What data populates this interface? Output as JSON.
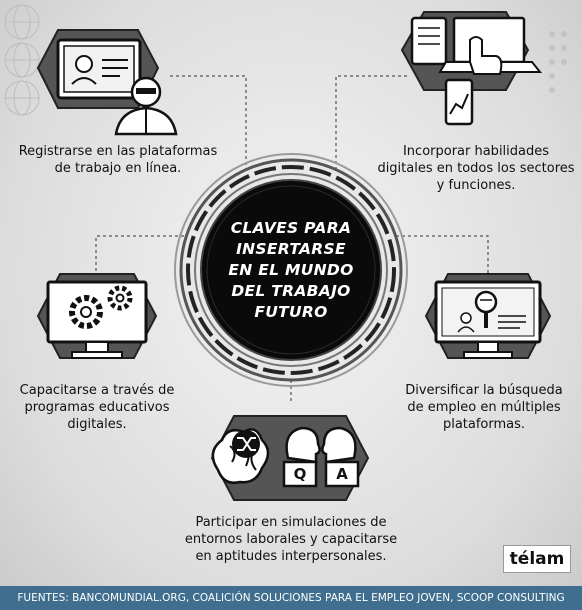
{
  "center": {
    "title_lines": [
      "CLAVES PARA",
      "INSERTARSE",
      "EN EL MUNDO",
      "DEL TRABAJO",
      "FUTURO"
    ]
  },
  "items": [
    {
      "lines": [
        "Registrarse en las plataformas",
        "de trabajo en línea."
      ],
      "icon": "online-profile-icon"
    },
    {
      "lines": [
        "Incorporar habilidades",
        "digitales en todos los sectores",
        "y funciones."
      ],
      "icon": "digital-devices-icon"
    },
    {
      "lines": [
        "Capacitarse a través de",
        "programas educativos",
        "digitales."
      ],
      "icon": "gears-monitor-icon"
    },
    {
      "lines": [
        "Diversificar la búsqueda",
        "de empleo en múltiples",
        "plataformas."
      ],
      "icon": "search-monitor-icon"
    },
    {
      "lines": [
        "Participar en simulaciones de",
        "entornos laborales y capacitarse",
        "en aptitudes interpersonales."
      ],
      "icon": "brain-qa-icon"
    }
  ],
  "qa": {
    "q": "Q",
    "a": "A"
  },
  "logo": "télam",
  "footer": "FUENTES: BANCOMUNDIAL.ORG, COALICIÓN SOLUCIONES PARA EL EMPLEO JOVEN, SCOOP CONSULTING",
  "colors": {
    "footer_bg": "#3f6e8e",
    "center_bg": "#0a0a0a",
    "ink": "#111111"
  }
}
